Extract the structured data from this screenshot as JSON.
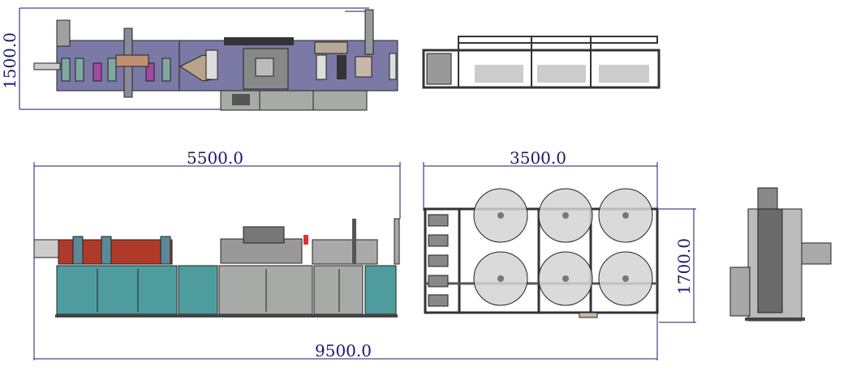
{
  "dimensions": {
    "top_view_width": "1500.0",
    "front_view_length": "5500.0",
    "side_view_length": "3500.0",
    "side_view_height": "1700.0",
    "total_length": "9500.0"
  },
  "colors": {
    "dimension": "#1a1a6e",
    "plate": "#7b79a6",
    "cabinet": "#4f9c9f",
    "cabinet_grey": "#a8aaa8",
    "reel": "#d4d4d4",
    "frame": "#6a6a6a"
  }
}
